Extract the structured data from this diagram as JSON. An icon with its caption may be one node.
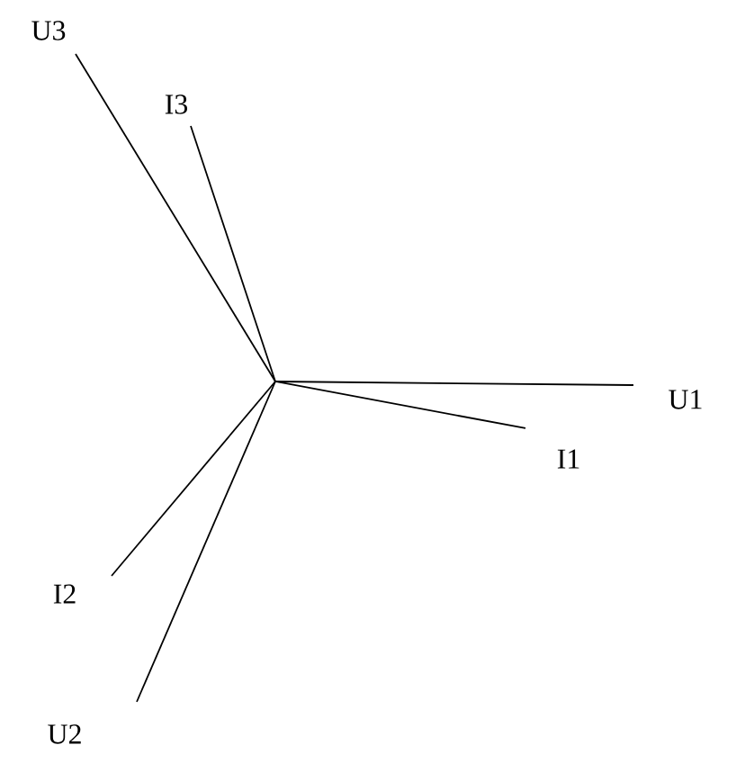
{
  "diagram": {
    "labels": [
      "U3",
      "I3",
      "U1",
      "I1",
      "I2",
      "U2"
    ]
  }
}
